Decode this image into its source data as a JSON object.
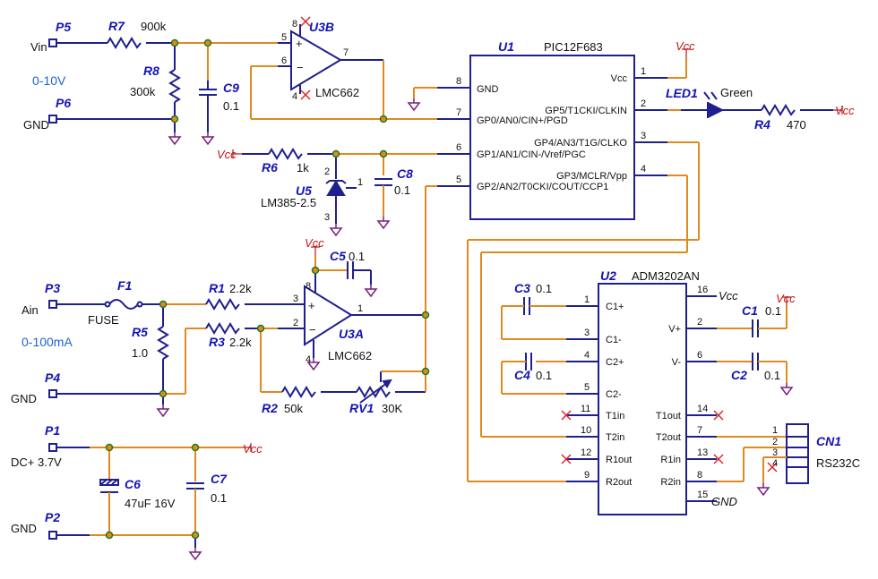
{
  "ports": {
    "p5": {
      "ref": "P5",
      "label": "Vin"
    },
    "p6": {
      "ref": "P6",
      "label": "GND"
    },
    "p3": {
      "ref": "P3",
      "label": "Ain"
    },
    "p4": {
      "ref": "P4",
      "label": "GND"
    },
    "p1": {
      "ref": "P1",
      "label": "DC+ 3.7V"
    },
    "p2": {
      "ref": "P2",
      "label": "GND"
    }
  },
  "ranges": {
    "vin": "0-10V",
    "ain": "0-100mA"
  },
  "resistors": {
    "r7": {
      "ref": "R7",
      "value": "900k"
    },
    "r8": {
      "ref": "R8",
      "value": "300k"
    },
    "r6": {
      "ref": "R6",
      "value": "1k"
    },
    "r1": {
      "ref": "R1",
      "value": "2.2k"
    },
    "r3": {
      "ref": "R3",
      "value": "2.2k"
    },
    "r5": {
      "ref": "R5",
      "value": "1.0"
    },
    "r2": {
      "ref": "R2",
      "value": "50k"
    },
    "rv1": {
      "ref": "RV1",
      "value": "30K"
    },
    "r4": {
      "ref": "R4",
      "value": "470"
    }
  },
  "capacitors": {
    "c9": {
      "ref": "C9",
      "value": "0.1"
    },
    "c8": {
      "ref": "C8",
      "value": "0.1"
    },
    "c5": {
      "ref": "C5",
      "value": "0.1"
    },
    "c6": {
      "ref": "C6",
      "value": "47uF 16V"
    },
    "c7": {
      "ref": "C7",
      "value": "0.1"
    },
    "c3": {
      "ref": "C3",
      "value": "0.1"
    },
    "c4": {
      "ref": "C4",
      "value": "0.1"
    },
    "c1": {
      "ref": "C1",
      "value": "0.1"
    },
    "c2": {
      "ref": "C2",
      "value": "0.1"
    }
  },
  "fuse": {
    "ref": "F1",
    "value": "FUSE"
  },
  "u3b": {
    "ref": "U3B",
    "part": "LMC662",
    "pins": {
      "in_p": "5",
      "in_n": "6",
      "out": "7",
      "vp": "8",
      "vn": "4"
    }
  },
  "u3a": {
    "ref": "U3A",
    "part": "LMC662",
    "pins": {
      "in_p": "3",
      "in_n": "2",
      "out": "1",
      "vp": "8",
      "vn": "4"
    }
  },
  "u5": {
    "ref": "U5",
    "part": "LM385-2.5",
    "pins": {
      "a": "2",
      "b": "1",
      "c": "3"
    }
  },
  "u1": {
    "ref": "U1",
    "part": "PIC12F683",
    "left_pins": [
      {
        "num": "8",
        "name": "GND"
      },
      {
        "num": "7",
        "name": "GP0/AN0/CIN+/PGD"
      },
      {
        "num": "6",
        "name": "GP1/AN1/CIN-/Vref/PGC"
      },
      {
        "num": "5",
        "name": "GP2/AN2/T0CKI/COUT/CCP1"
      }
    ],
    "right_pins": [
      {
        "num": "1",
        "name": "Vcc"
      },
      {
        "num": "2",
        "name": "GP5/T1CKI/CLKIN"
      },
      {
        "num": "3",
        "name": "GP4/AN3/T1G/CLKO"
      },
      {
        "num": "4",
        "name": "GP3/MCLR/Vpp"
      }
    ]
  },
  "led": {
    "ref": "LED1",
    "value": "Green"
  },
  "u2": {
    "ref": "U2",
    "part": "ADM3202AN",
    "left_pins": [
      {
        "num": "1",
        "name": "C1+"
      },
      {
        "num": "3",
        "name": "C1-"
      },
      {
        "num": "4",
        "name": "C2+"
      },
      {
        "num": "5",
        "name": "C2-"
      },
      {
        "num": "11",
        "name": "T1in"
      },
      {
        "num": "10",
        "name": "T2in"
      },
      {
        "num": "12",
        "name": "R1out"
      },
      {
        "num": "9",
        "name": "R2out"
      }
    ],
    "right_pins": [
      {
        "num": "16",
        "name": "Vcc"
      },
      {
        "num": "2",
        "name": "V+"
      },
      {
        "num": "6",
        "name": "V-"
      },
      {
        "num": "14",
        "name": "T1out"
      },
      {
        "num": "7",
        "name": "T2out"
      },
      {
        "num": "13",
        "name": "R1in"
      },
      {
        "num": "8",
        "name": "R2in"
      },
      {
        "num": "15",
        "name": "GND"
      }
    ]
  },
  "cn1": {
    "ref": "CN1",
    "part": "RS232C",
    "pins": [
      "1",
      "2",
      "3",
      "4"
    ]
  },
  "vcc_label": "Vcc",
  "colors": {
    "wire": "#e08a1e",
    "component": "#1f1f8f",
    "ref": "#1414b4",
    "vcc": "#c81414",
    "ground": "#7a1f7a",
    "range_text": "#1e64d2"
  }
}
